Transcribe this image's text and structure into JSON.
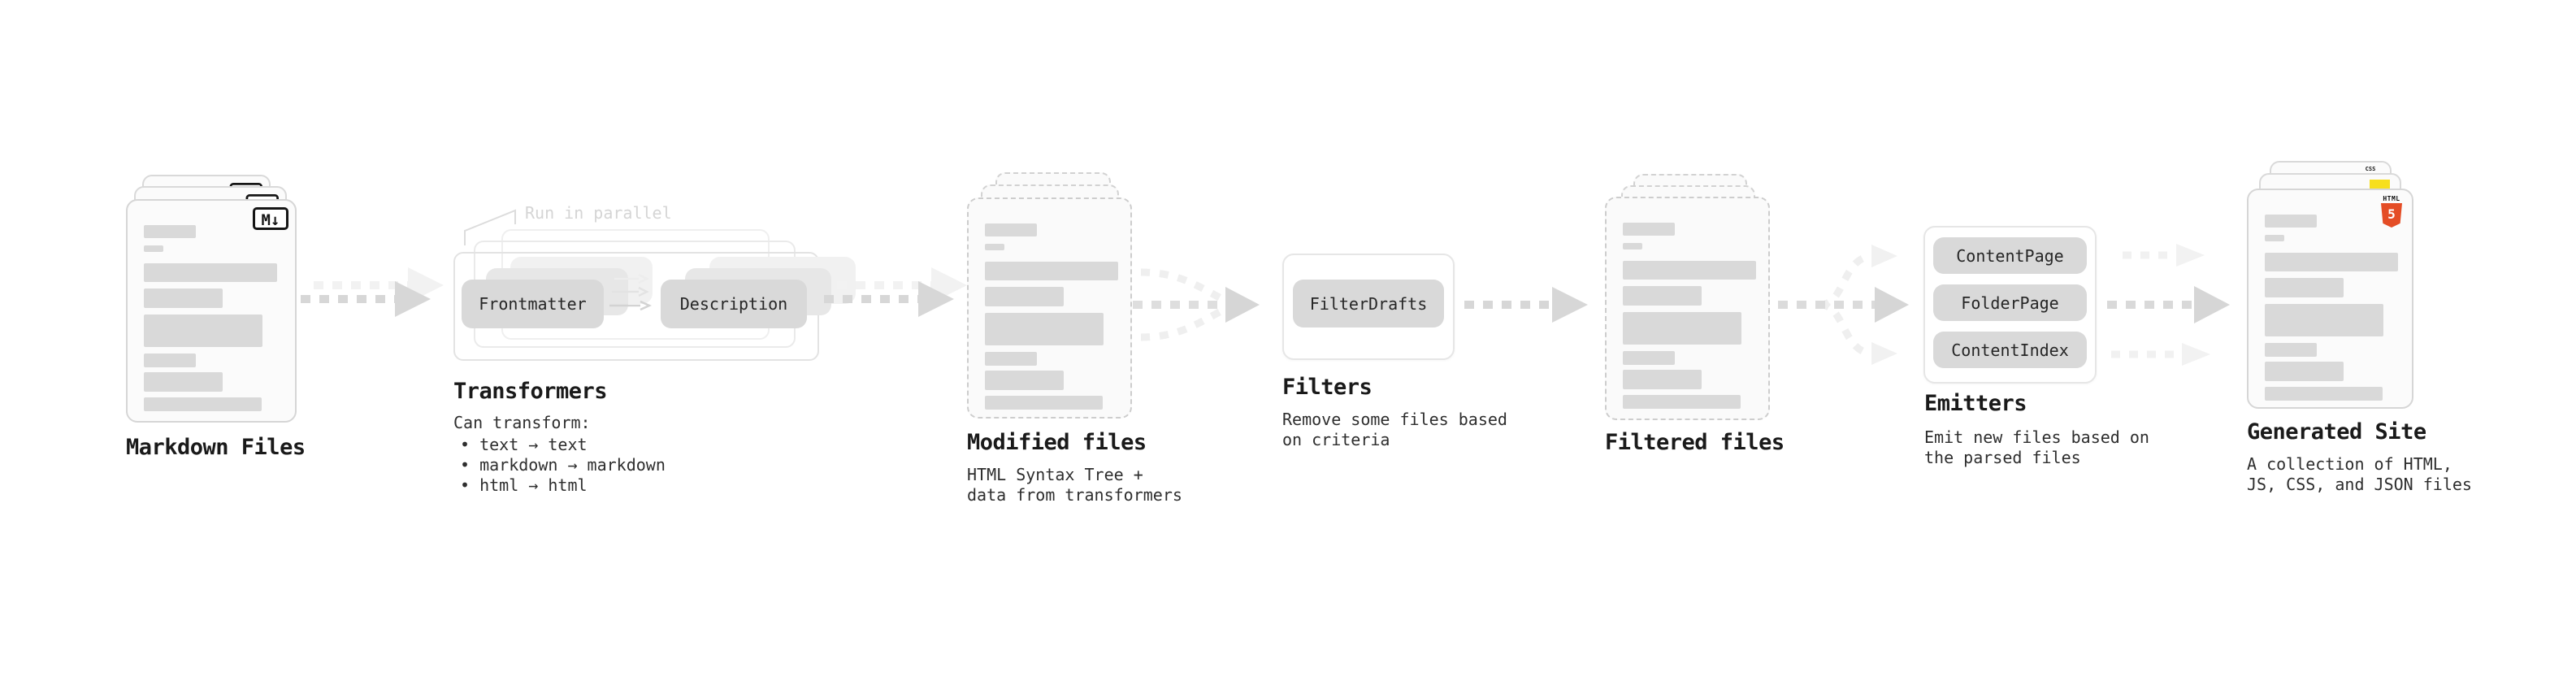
{
  "stages": {
    "markdown": {
      "label": "Markdown Files",
      "badge": "M↓"
    },
    "transformers": {
      "annotation": "Run in parallel",
      "pill_left": "Frontmatter",
      "pill_right": "Description",
      "label": "Transformers",
      "desc_title": "Can transform:",
      "bullets": [
        "• text → text",
        "• markdown → markdown",
        "• html → html"
      ]
    },
    "modified": {
      "label": "Modified files",
      "desc_line1": "HTML Syntax Tree +",
      "desc_line2": "data from transformers"
    },
    "filters": {
      "label": "Filters",
      "pill": "FilterDrafts",
      "desc_line1": "Remove some files based",
      "desc_line2": "on criteria"
    },
    "filtered": {
      "label": "Filtered files"
    },
    "emitters": {
      "label": "Emitters",
      "pills": [
        "ContentPage",
        "FolderPage",
        "ContentIndex"
      ],
      "desc_line1": "Emit new files based on",
      "desc_line2": "the parsed files"
    },
    "generated": {
      "label": "Generated Site",
      "badge_css": "CSS",
      "badge_html_text": "HTML",
      "badge_html_number": "5",
      "desc_line1": "A collection of HTML,",
      "desc_line2": "JS, CSS, and JSON files"
    }
  },
  "colors": {
    "background": "#ffffff",
    "doc_fill": "#fbfbfb",
    "doc_border": "#d6d6d6",
    "content_bar": "#d9d9d9",
    "pill_fill": "#d9d9d9",
    "arrow_main": "#d6d6d6",
    "arrow_ghost": "#f1f1f1",
    "annotation_text": "#d5d5d5",
    "heading_text": "#1a1a1a",
    "body_text": "#2e2e2e",
    "html5_orange": "#e44d26",
    "js_yellow": "#f7df1e",
    "css_blue": "#2965f1"
  }
}
